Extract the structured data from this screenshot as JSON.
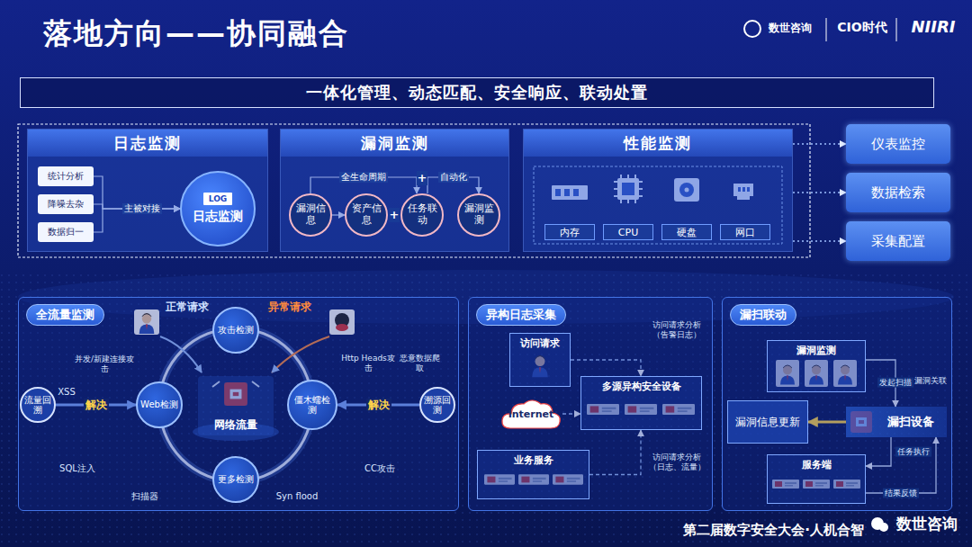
{
  "diagram": {
    "title": "落地方向——协同融合",
    "nodes": [
      {
        "text": [
          "一体化管理、动态匹配、安全响应、联动处置"
        ]
      },
      {
        "text": [
          "日志监测"
        ]
      },
      {
        "text": [
          "统计分析"
        ],
        "in": 1
      },
      {
        "text": [
          "降噪去杂"
        ],
        "in": 1
      },
      {
        "text": [
          "数据归一"
        ],
        "in": 1
      },
      {
        "text": [
          "LOG",
          "日志监测"
        ],
        "in": 1
      },
      {
        "text": [
          "漏洞监测"
        ]
      },
      {
        "text": [
          "漏洞信息"
        ],
        "in": 6
      },
      {
        "text": [
          "资产信息"
        ],
        "in": 6
      },
      {
        "text": [
          "任务联动"
        ],
        "in": 6
      },
      {
        "text": [
          "漏洞监测"
        ],
        "in": 6
      },
      {
        "text": [
          "性能监测"
        ]
      },
      {
        "text": [
          "内存"
        ],
        "in": 11
      },
      {
        "text": [
          "CPU"
        ],
        "in": 11
      },
      {
        "text": [
          "硬盘"
        ],
        "in": 11
      },
      {
        "text": [
          "网口"
        ],
        "in": 11
      },
      {
        "text": [
          "仪表监控"
        ]
      },
      {
        "text": [
          "数据检索"
        ]
      },
      {
        "text": [
          "采集配置"
        ]
      },
      {
        "text": [
          "全流量监测"
        ]
      },
      {
        "text": [
          "网络流量"
        ],
        "in": 19
      },
      {
        "text": [
          "攻击检测"
        ],
        "in": 19
      },
      {
        "text": [
          "Web检测"
        ],
        "in": 19
      },
      {
        "text": [
          "僵木蠕检测"
        ],
        "in": 19
      },
      {
        "text": [
          "更多检测"
        ],
        "in": 19
      },
      {
        "text": [
          "流量回溯"
        ],
        "in": 19
      },
      {
        "text": [
          "溯源回测"
        ],
        "in": 19
      },
      {
        "text": [
          "异构日志采集"
        ]
      },
      {
        "text": [
          "访问请求"
        ],
        "in": 27
      },
      {
        "text": [
          "Internet"
        ],
        "in": 27
      },
      {
        "text": [
          "多源异构安全设备"
        ],
        "in": 27
      },
      {
        "text": [
          "业务服务"
        ],
        "in": 27
      },
      {
        "text": [
          "漏扫联动"
        ]
      },
      {
        "text": [
          "漏洞监测"
        ],
        "in": 32
      },
      {
        "text": [
          "漏扫设备"
        ],
        "in": 32
      },
      {
        "text": [
          "漏洞信息更新"
        ],
        "in": 32
      },
      {
        "text": [
          "服务端"
        ],
        "in": 32
      }
    ],
    "edges": [
      {
        "from": 2,
        "to": 5,
        "arrow": "to"
      },
      {
        "from": 3,
        "to": 5,
        "arrow": "to",
        "label": "主被对接"
      },
      {
        "from": 4,
        "to": 5,
        "arrow": "to"
      },
      {
        "from": 7,
        "to": 8,
        "arrow": "to"
      },
      {
        "from": 7,
        "to": 9,
        "arrow": "to",
        "label": "全生命周期"
      },
      {
        "from": 9,
        "to": 10,
        "arrow": "to",
        "label": "自动化"
      },
      {
        "from": 11,
        "to": 16,
        "arrow": "to"
      },
      {
        "from": 11,
        "to": 17,
        "arrow": "to"
      },
      {
        "from": 11,
        "to": 18,
        "arrow": "to"
      },
      {
        "from": 25,
        "to": 22,
        "arrow": "to",
        "label": "解决"
      },
      {
        "from": 26,
        "to": 23,
        "arrow": "to",
        "label": "解决"
      },
      {
        "from": 28,
        "to": 30,
        "arrow": "to"
      },
      {
        "from": 29,
        "to": 30,
        "arrow": "to"
      },
      {
        "from": 31,
        "to": 30,
        "arrow": "to"
      },
      {
        "from": 33,
        "to": 34,
        "arrow": "to",
        "label": "发起扫描"
      },
      {
        "from": 34,
        "to": 35,
        "arrow": "to"
      },
      {
        "from": 34,
        "to": 36,
        "arrow": "to",
        "label": "任务执行"
      },
      {
        "from": 36,
        "to": 34,
        "arrow": "to",
        "label": "结果反馈"
      }
    ],
    "labels": [
      "+",
      "+",
      "正常请求",
      "异常请求",
      "并发/新建连接攻击",
      "XSS",
      "SQL注入",
      "扫描器",
      "Syn flood",
      "CC攻击",
      "Http Heads攻击",
      "恶意数据爬取",
      "访问请求分析（告警日志）",
      "访问请求分析（日志、流量）",
      "漏洞关联",
      "第二届数字安全大会·人机合智",
      "数世咨询",
      "CIO时代",
      "NIIRI",
      "数世咨询"
    ]
  }
}
